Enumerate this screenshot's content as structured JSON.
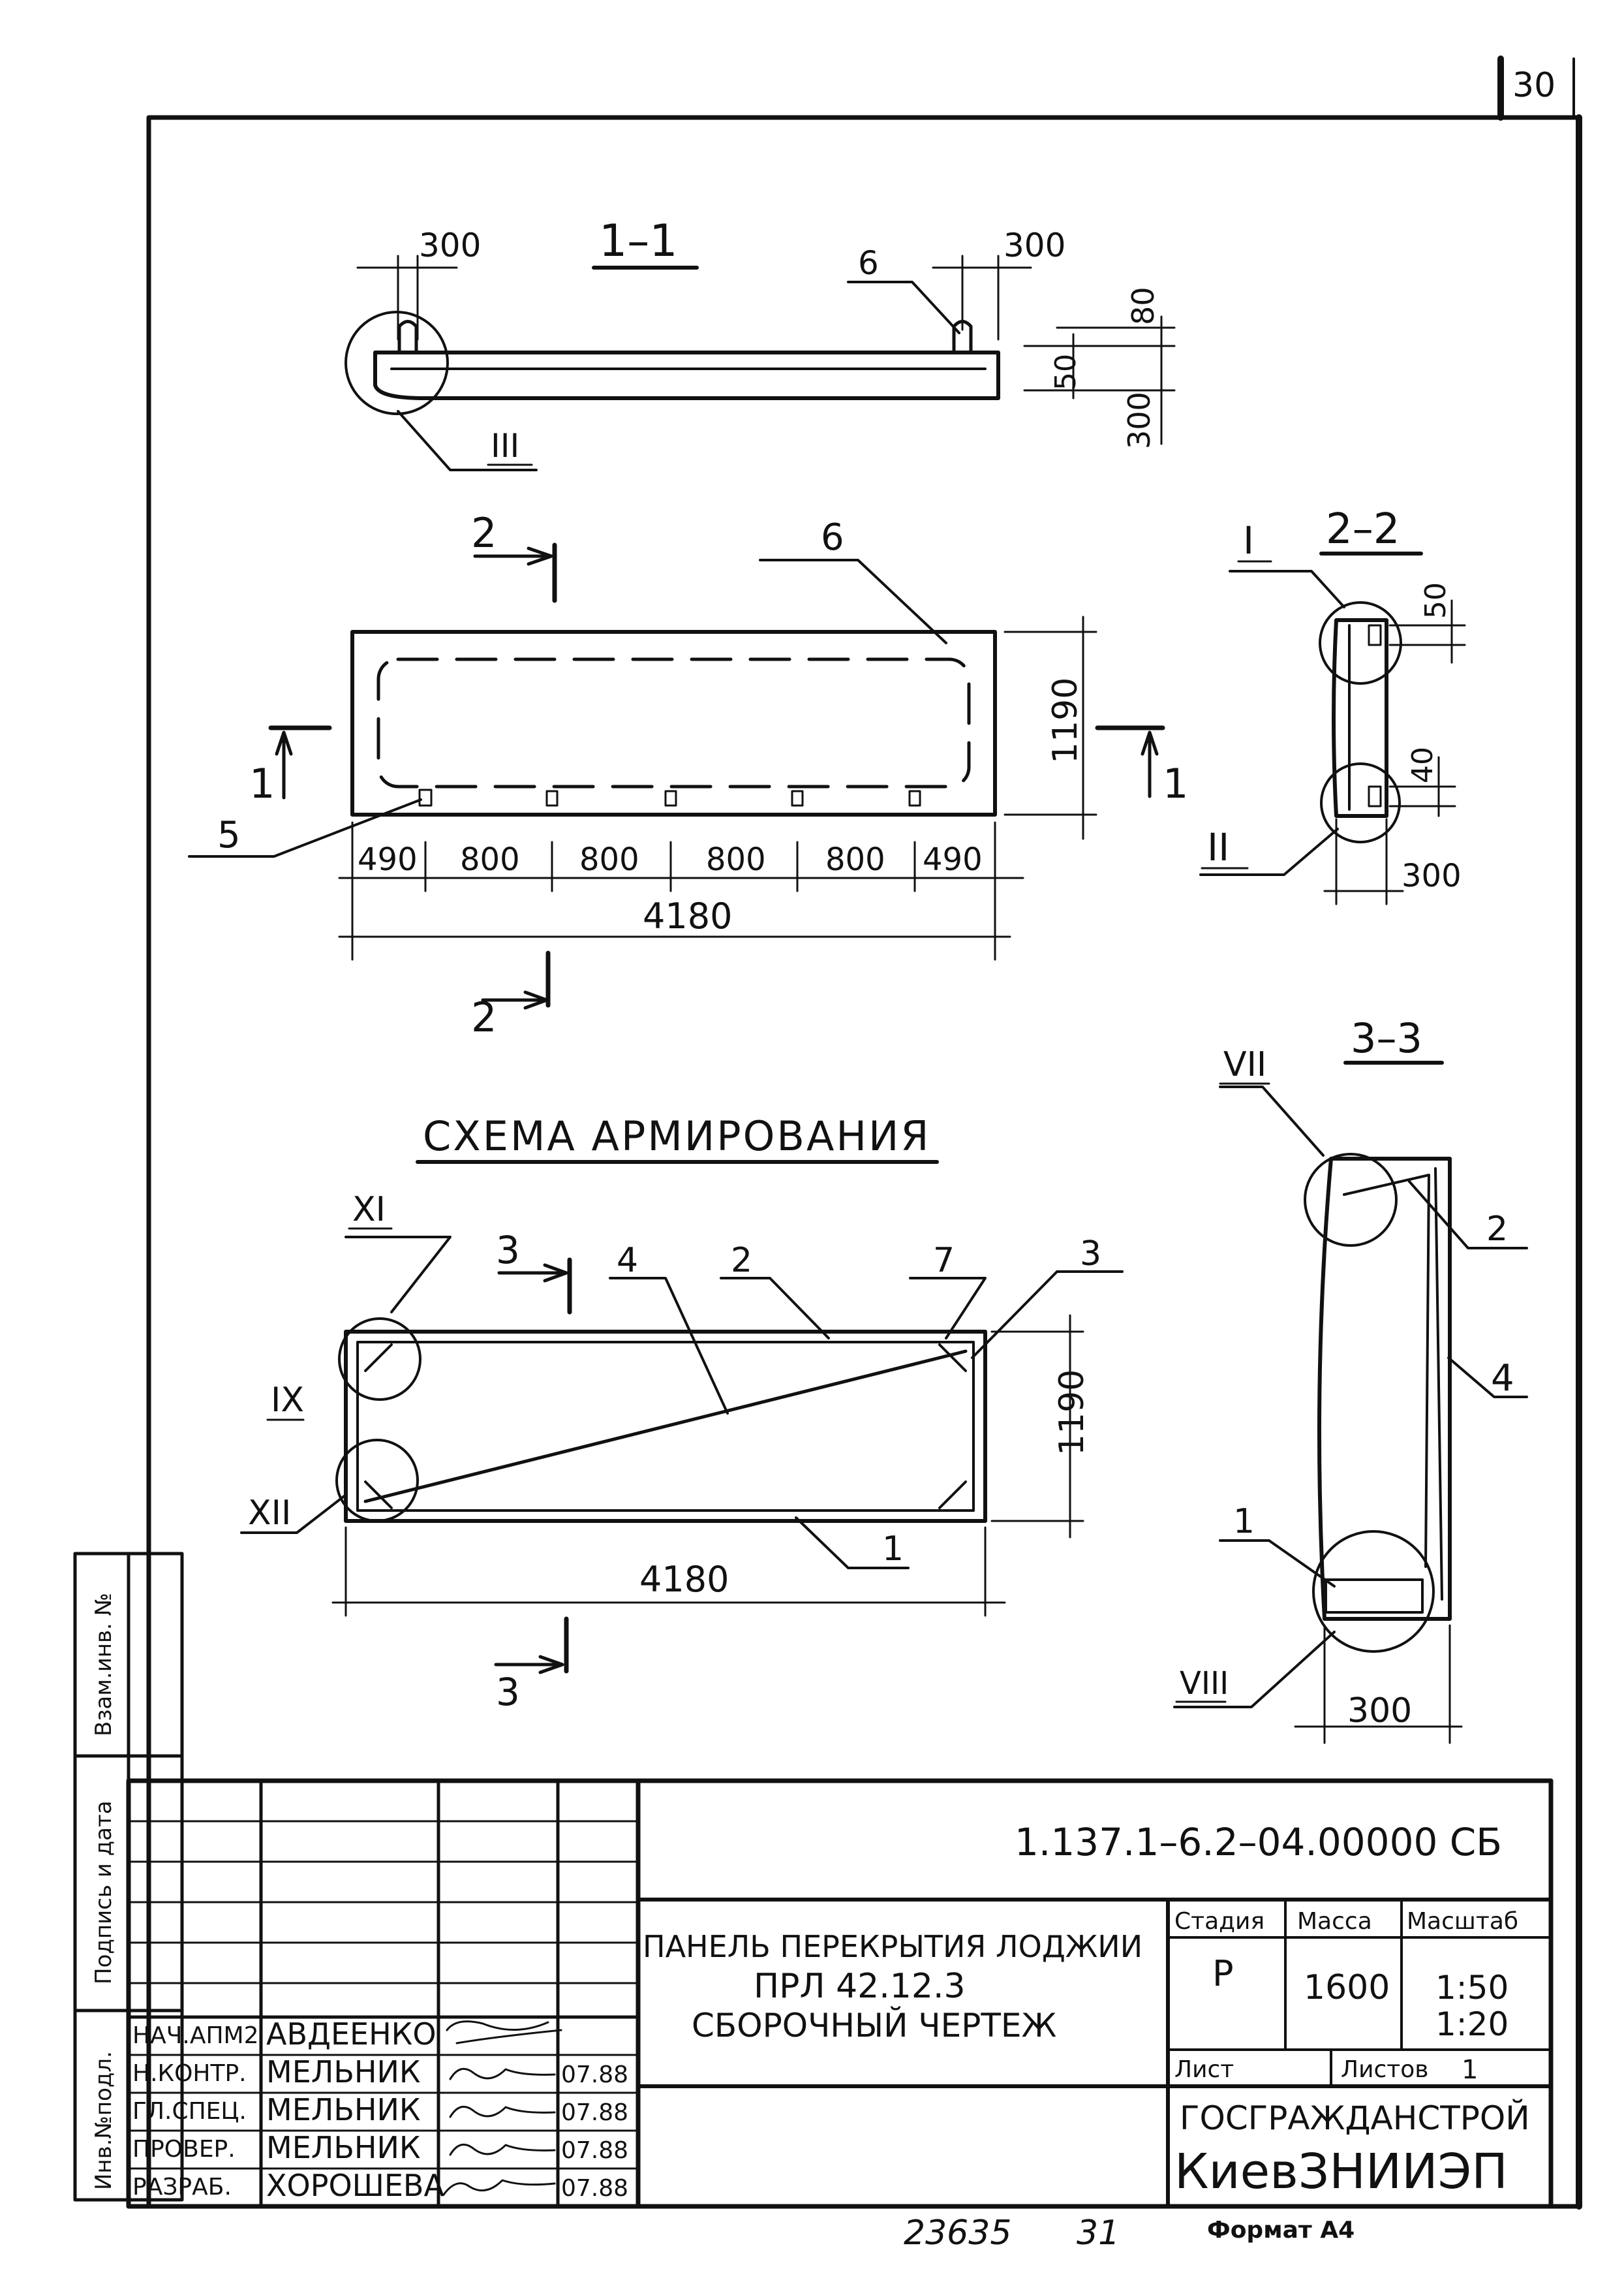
{
  "sheet": {
    "page_number": "30",
    "bottom_numbers": [
      "23635",
      "31"
    ],
    "format_label": "Формат А4"
  },
  "side_stamp": {
    "labels": [
      "Взам.инв. №",
      "Подпись и дата",
      "Инв.№подл."
    ]
  },
  "section_1_1": {
    "title": "1–1",
    "dims": [
      "300",
      "300",
      "80",
      "50",
      "300"
    ],
    "callouts": [
      "6",
      "III"
    ]
  },
  "plan_view": {
    "section_marks": [
      "2",
      "2",
      "1",
      "1"
    ],
    "callouts": [
      "6",
      "5"
    ],
    "width_dim": "1190",
    "spacing_dims": [
      "490",
      "800",
      "800",
      "800",
      "800",
      "490"
    ],
    "length_dim": "4180"
  },
  "section_2_2": {
    "title": "2–2",
    "callouts": [
      "I",
      "II"
    ],
    "dims": [
      "50",
      "40",
      "300"
    ]
  },
  "reinforcement": {
    "title": "СХЕМА АРМИРОВАНИЯ",
    "callouts": [
      "XI",
      "IX",
      "XII",
      "4",
      "2",
      "7",
      "3",
      "1"
    ],
    "section_marks": [
      "3",
      "3"
    ],
    "width_dim": "1190",
    "length_dim": "4180"
  },
  "section_3_3": {
    "title": "3–3",
    "callouts": [
      "VII",
      "2",
      "4",
      "1",
      "VIII"
    ],
    "dim": "300"
  },
  "title_block": {
    "doc_code": "1.137.1–6.2–04.00000 СБ",
    "name_lines": [
      "ПАНЕЛЬ ПЕРЕКРЫТИЯ ЛОДЖИИ",
      "ПРЛ 42.12.3",
      "СБОРОЧНЫЙ ЧЕРТЕЖ"
    ],
    "col_stage": "Стадия",
    "col_mass": "Масса",
    "col_scale": "Масштаб",
    "stage": "Р",
    "mass": "1600",
    "scale_1": "1:50",
    "scale_2": "1:20",
    "sheet_label": "Лист",
    "sheets_label": "Листов",
    "sheets_value": "1",
    "org_1": "ГОСГРАЖДАНСТРОЙ",
    "org_2": "КиевЗНИИЭП",
    "signers": [
      {
        "role": "НАЧ.АПМ2",
        "name": "АВДЕЕНКО",
        "date": ""
      },
      {
        "role": "Н.КОНТР.",
        "name": "МЕЛЬНИК",
        "date": "07.88"
      },
      {
        "role": "ГЛ.СПЕЦ.",
        "name": "МЕЛЬНИК",
        "date": "07.88"
      },
      {
        "role": "ПРОВЕР.",
        "name": "МЕЛЬНИК",
        "date": "07.88"
      },
      {
        "role": "РАЗРАБ.",
        "name": "ХОРОШЕВА",
        "date": "07.88"
      }
    ]
  }
}
